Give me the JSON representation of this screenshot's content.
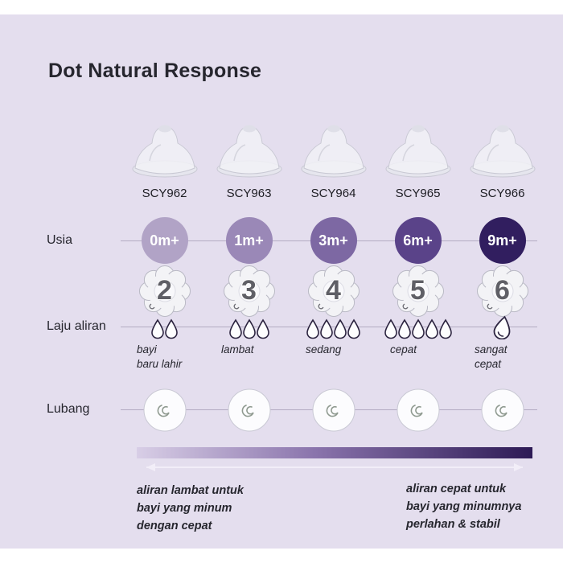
{
  "title": "Dot Natural Response",
  "row_labels": {
    "age": "Usia",
    "flow": "Laju aliran",
    "hole": "Lubang"
  },
  "products": [
    {
      "code": "SCY962",
      "age": "0m+",
      "size_number": "2",
      "drop_count": 2,
      "flow_label": "bayi\nbaru lahir",
      "age_circle_color": "#b1a3c6"
    },
    {
      "code": "SCY963",
      "age": "1m+",
      "size_number": "3",
      "drop_count": 3,
      "flow_label": "lambat",
      "age_circle_color": "#9a88b7"
    },
    {
      "code": "SCY964",
      "age": "3m+",
      "size_number": "4",
      "drop_count": 4,
      "flow_label": "sedang",
      "age_circle_color": "#7d68a3"
    },
    {
      "code": "SCY965",
      "age": "6m+",
      "size_number": "5",
      "drop_count": 5,
      "flow_label": "cepat",
      "age_circle_color": "#5a4389"
    },
    {
      "code": "SCY966",
      "age": "9m+",
      "size_number": "6",
      "drop_count": 1,
      "drop_style": "very-fast",
      "flow_label": "sangat\ncepat",
      "age_circle_color": "#311e5f"
    }
  ],
  "legend": {
    "left": "aliran lambat untuk\nbayi yang minum\ndengan cepat",
    "right": "aliran cepat untuk\nbayi yang minumnya\nperlahan & stabil"
  },
  "icons": {
    "teat": "bottle-teat-image",
    "flow": "droplet-icon",
    "fast_flow": "fast-droplet-icon",
    "hole": "teat-hole-icon"
  },
  "colors": {
    "panel_background": "#e4deee",
    "gradient_start": "#d8cee6",
    "gradient_end": "#2d1a55",
    "row_line": "#b3abc2"
  }
}
